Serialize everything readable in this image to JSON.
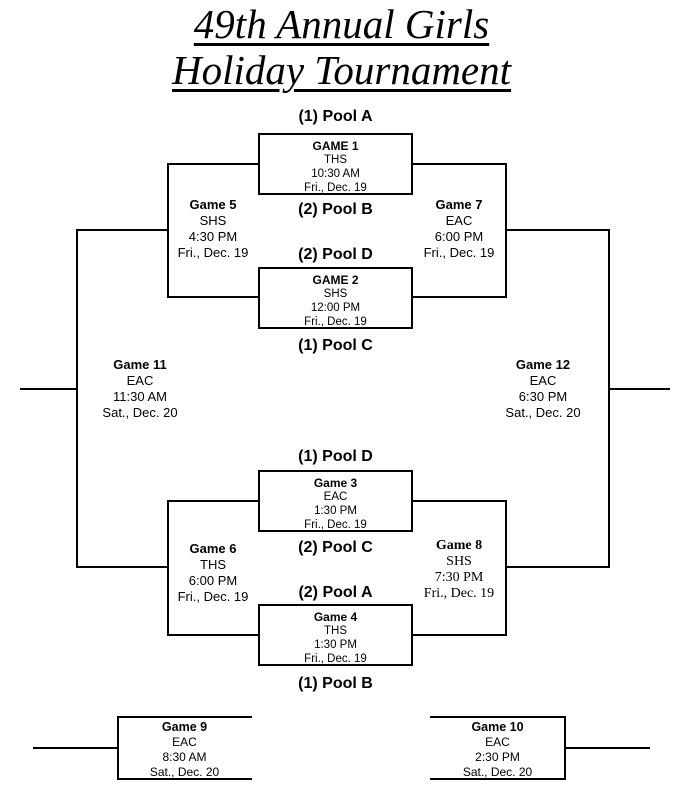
{
  "title": {
    "line1": "49th Annual Girls",
    "line2": "Holiday Tournament"
  },
  "colors": {
    "line_color": "#000000",
    "background": "#ffffff",
    "text_color": "#000000"
  },
  "pool_labels": {
    "above_g1": "(1) Pool A",
    "below_g1": "(2) Pool B",
    "above_g2": "(2) Pool D",
    "below_g2": "(1) Pool C",
    "above_g3": "(1) Pool D",
    "below_g3": "(2) Pool C",
    "above_g4": "(2) Pool A",
    "below_g4": "(1) Pool B"
  },
  "games": {
    "g1": {
      "name": "GAME 1",
      "site": "THS",
      "time": "10:30 AM",
      "date": "Fri., Dec. 19"
    },
    "g2": {
      "name": "GAME 2",
      "site": "SHS",
      "time": "12:00 PM",
      "date": "Fri., Dec. 19"
    },
    "g3": {
      "name": "Game 3",
      "site": "EAC",
      "time": "1:30 PM",
      "date": "Fri., Dec. 19"
    },
    "g4": {
      "name": "Game 4",
      "site": "THS",
      "time": "1:30 PM",
      "date": "Fri., Dec. 19"
    },
    "g5": {
      "name": "Game 5",
      "site": "SHS",
      "time": "4:30 PM",
      "date": "Fri., Dec. 19"
    },
    "g6": {
      "name": "Game 6",
      "site": "THS",
      "time": "6:00 PM",
      "date": "Fri., Dec. 19"
    },
    "g7": {
      "name": "Game 7",
      "site": "EAC",
      "time": "6:00 PM",
      "date": "Fri., Dec. 19"
    },
    "g8": {
      "name": "Game 8",
      "site": "SHS",
      "time": "7:30 PM",
      "date": "Fri., Dec. 19"
    },
    "g9": {
      "name": "Game 9",
      "site": "EAC",
      "time": "8:30 AM",
      "date": "Sat., Dec. 20"
    },
    "g10": {
      "name": "Game 10",
      "site": "EAC",
      "time": "2:30 PM",
      "date": "Sat., Dec. 20"
    },
    "g11": {
      "name": "Game 11",
      "site": "EAC",
      "time": "11:30 AM",
      "date": "Sat., Dec. 20"
    },
    "g12": {
      "name": "Game 12",
      "site": "EAC",
      "time": "6:30 PM",
      "date": "Sat., Dec. 20"
    }
  }
}
